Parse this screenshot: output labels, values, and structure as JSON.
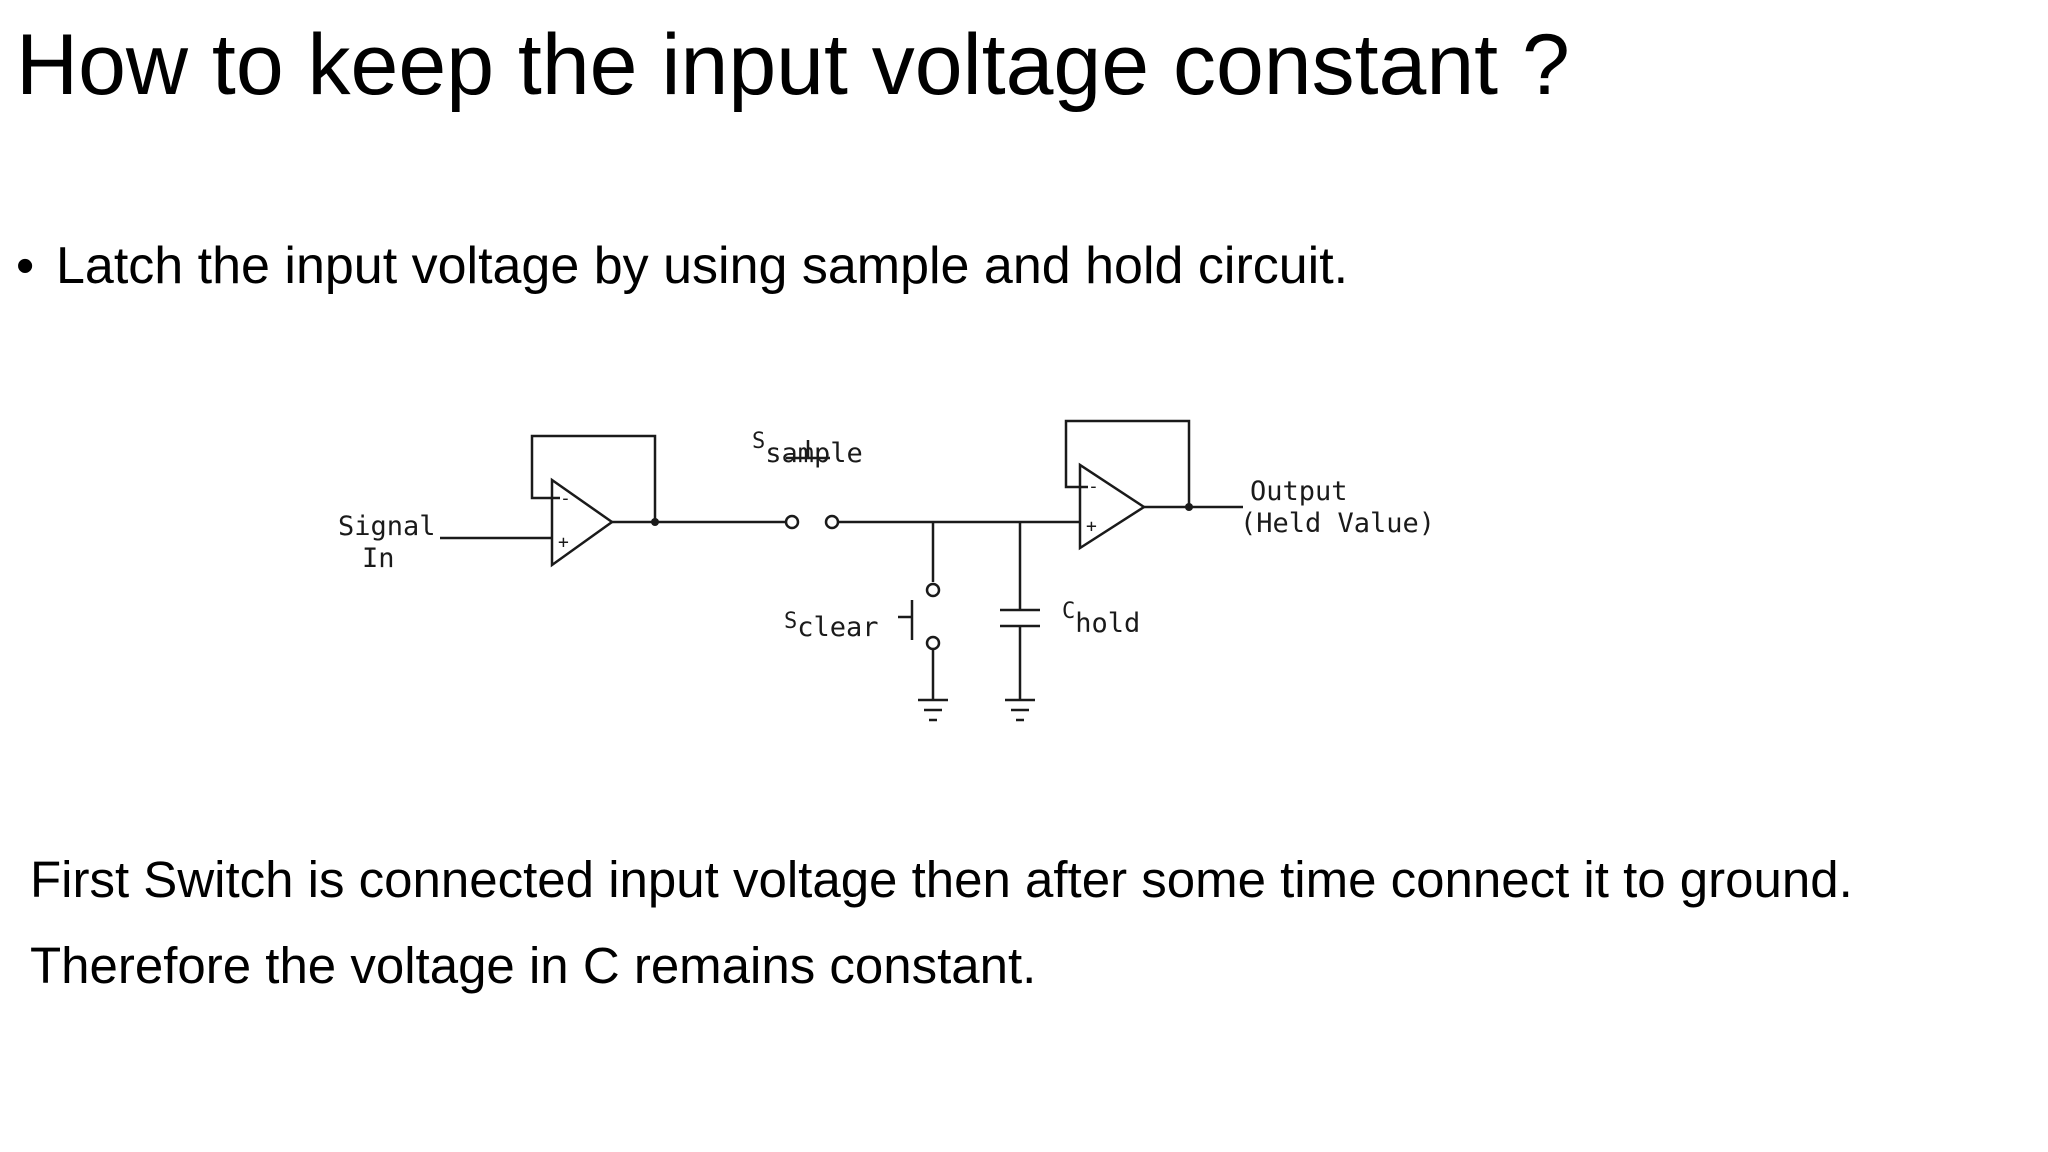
{
  "slide": {
    "title": "How to keep the input voltage constant ?",
    "bullet": "Latch the input voltage by using sample and hold circuit.",
    "body_lines": [
      "First Switch is connected input voltage then after some time connect it to ground.",
      "Therefore the voltage in C remains constant."
    ]
  },
  "diagram": {
    "signal_label": [
      "Signal",
      "In"
    ],
    "switch_sample_label": {
      "main": "S",
      "sub": "sample"
    },
    "switch_clear_label": {
      "main": "S",
      "sub": "clear"
    },
    "capacitor_label": {
      "main": "C",
      "sub": "hold"
    },
    "output_label": [
      "Output",
      "(Held Value)"
    ],
    "opamp_minus": "-",
    "opamp_plus": "+"
  },
  "colors": {
    "text": "#000000",
    "wire": "#1a1a1a",
    "background": "#ffffff"
  }
}
